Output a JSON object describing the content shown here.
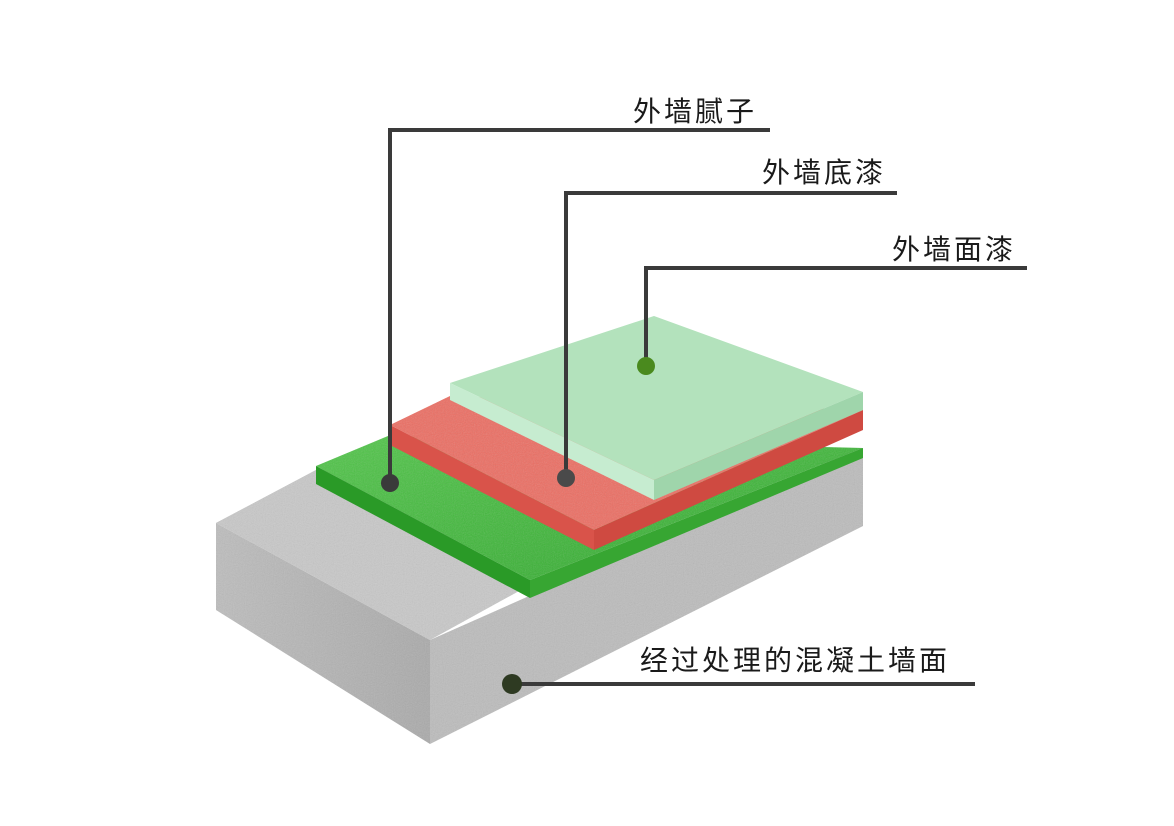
{
  "layers": [
    {
      "id": "putty",
      "label": "外墙腻子",
      "color": "#3fbf3a"
    },
    {
      "id": "primer",
      "label": "外墙底漆",
      "color": "#e8635a"
    },
    {
      "id": "topcoat",
      "label": "外墙面漆",
      "color": "#b3e2bc"
    },
    {
      "id": "base",
      "label": "经过处理的混凝土墙面",
      "color": "#c4c4c4"
    }
  ],
  "colors": {
    "leader_line": "#3a3a3a",
    "marker_green": "#4a8a1e",
    "marker_dark": "#2e3a22"
  }
}
